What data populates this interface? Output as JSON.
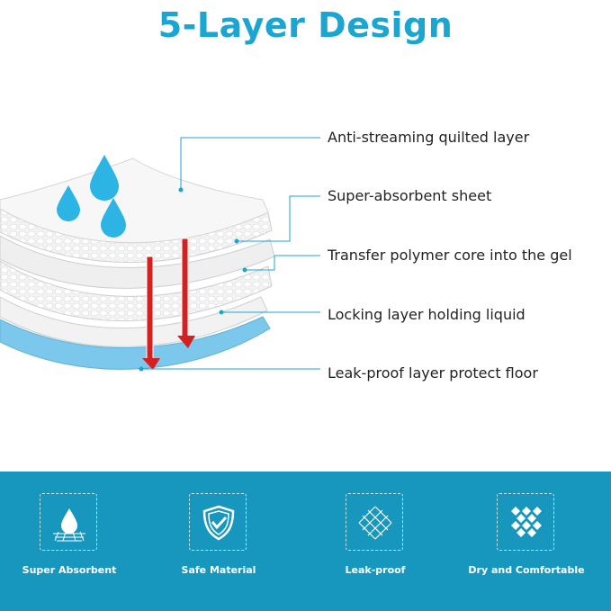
{
  "title": "5-Layer Design",
  "layers": [
    {
      "label": "Anti-streaming quilted layer"
    },
    {
      "label": "Super-absorbent sheet"
    },
    {
      "label": "Transfer polymer core into the gel"
    },
    {
      "label": "Locking layer holding liquid"
    },
    {
      "label": "Leak-proof layer protect floor"
    }
  ],
  "features": [
    {
      "label": "Super Absorbent",
      "icon": "absorbent-drop-icon"
    },
    {
      "label": "Safe Material",
      "icon": "shield-check-icon"
    },
    {
      "label": "Leak-proof",
      "icon": "mesh-icon"
    },
    {
      "label": "Dry and Comfortable",
      "icon": "diamond-grid-icon"
    }
  ],
  "colors": {
    "accent": "#1aa6d1",
    "banner": "#1797be",
    "leak_proof_layer": "#7cc7ec",
    "arrow": "#d42020"
  }
}
